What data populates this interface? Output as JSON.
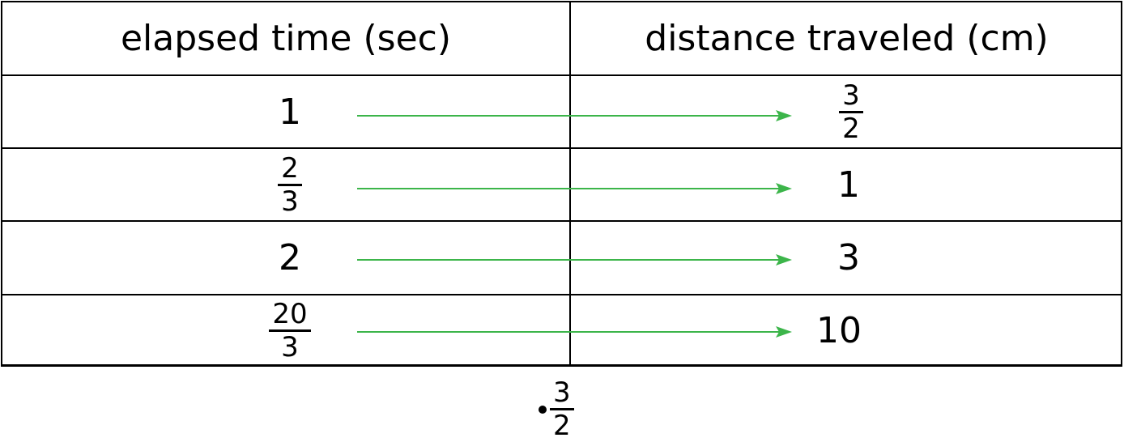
{
  "table": {
    "headers": [
      "elapsed time (sec)",
      "distance traveled (cm)"
    ],
    "rows": [
      {
        "time": {
          "whole": "1"
        },
        "distance": {
          "num": "3",
          "den": "2"
        }
      },
      {
        "time": {
          "num": "2",
          "den": "3"
        },
        "distance": {
          "whole": "1"
        }
      },
      {
        "time": {
          "whole": "2"
        },
        "distance": {
          "whole": "3"
        }
      },
      {
        "time": {
          "num": "20",
          "den": "3"
        },
        "distance": {
          "whole": "10"
        }
      }
    ]
  },
  "multiplier": {
    "operator": "•",
    "num": "3",
    "den": "2"
  },
  "colors": {
    "arrow": "#3cb54a",
    "lines": "#000000"
  }
}
